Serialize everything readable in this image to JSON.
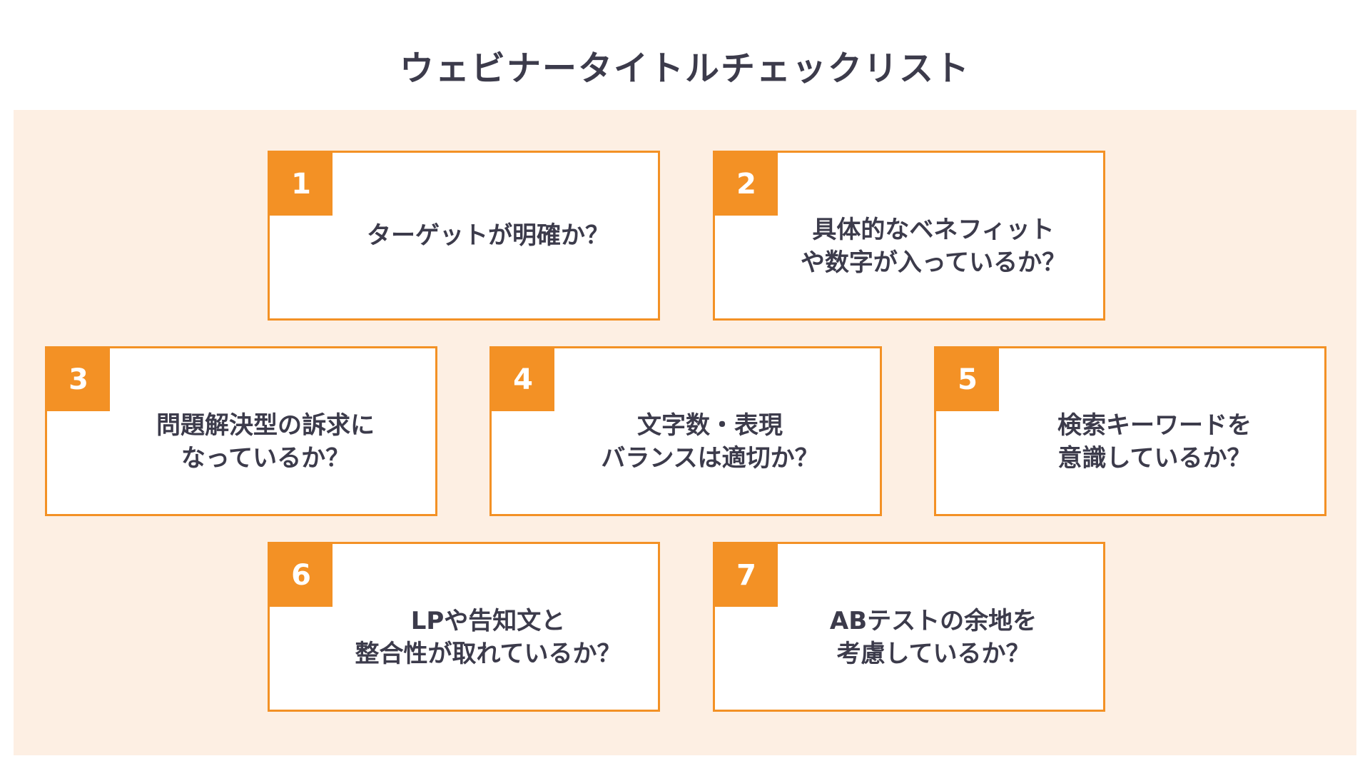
{
  "title": "ウェビナータイトルチェックリスト",
  "colors": {
    "accent": "#f39125",
    "panel_background": "#fdefe3",
    "card_background": "#ffffff",
    "text": "#3c3b4b"
  },
  "items": [
    {
      "number": "1",
      "lines": [
        "ターゲットが明確か？"
      ]
    },
    {
      "number": "2",
      "lines": [
        "具体的なベネフィット",
        "や数字が入っているか？"
      ]
    },
    {
      "number": "3",
      "lines": [
        "問題解決型の訴求に",
        "なっているか？"
      ]
    },
    {
      "number": "4",
      "lines": [
        "文字数・表現",
        "バランスは適切か？"
      ]
    },
    {
      "number": "5",
      "lines": [
        "検索キーワードを",
        "意識しているか？"
      ]
    },
    {
      "number": "6",
      "lines": [
        "LPや告知文と",
        "整合性が取れているか？"
      ]
    },
    {
      "number": "7",
      "lines": [
        "ABテストの余地を",
        "考慮しているか？"
      ]
    }
  ]
}
